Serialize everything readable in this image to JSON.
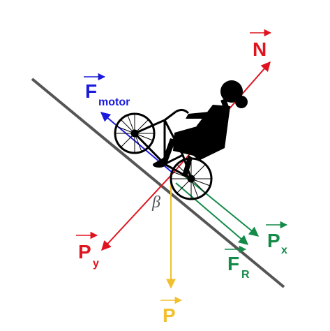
{
  "colors": {
    "incline": "#555555",
    "normal": "#e0141e",
    "py": "#e0141e",
    "motor": "#1a1adc",
    "weight": "#f0c030",
    "friction": "#138a48",
    "px": "#138a48",
    "rider": "#000000",
    "angle": "#555555"
  },
  "labels": {
    "normal": {
      "main": "N",
      "sub": ""
    },
    "motor": {
      "main": "F",
      "sub": "motor"
    },
    "py": {
      "main": "P",
      "sub": "y"
    },
    "px": {
      "main": "P",
      "sub": "x"
    },
    "friction": {
      "main": "F",
      "sub": "R"
    },
    "weight": {
      "main": "P",
      "sub": ""
    },
    "angle": "β"
  },
  "icons": {
    "rider": "cyclist-silhouette-icon",
    "bicycle": "bicycle-icon"
  }
}
